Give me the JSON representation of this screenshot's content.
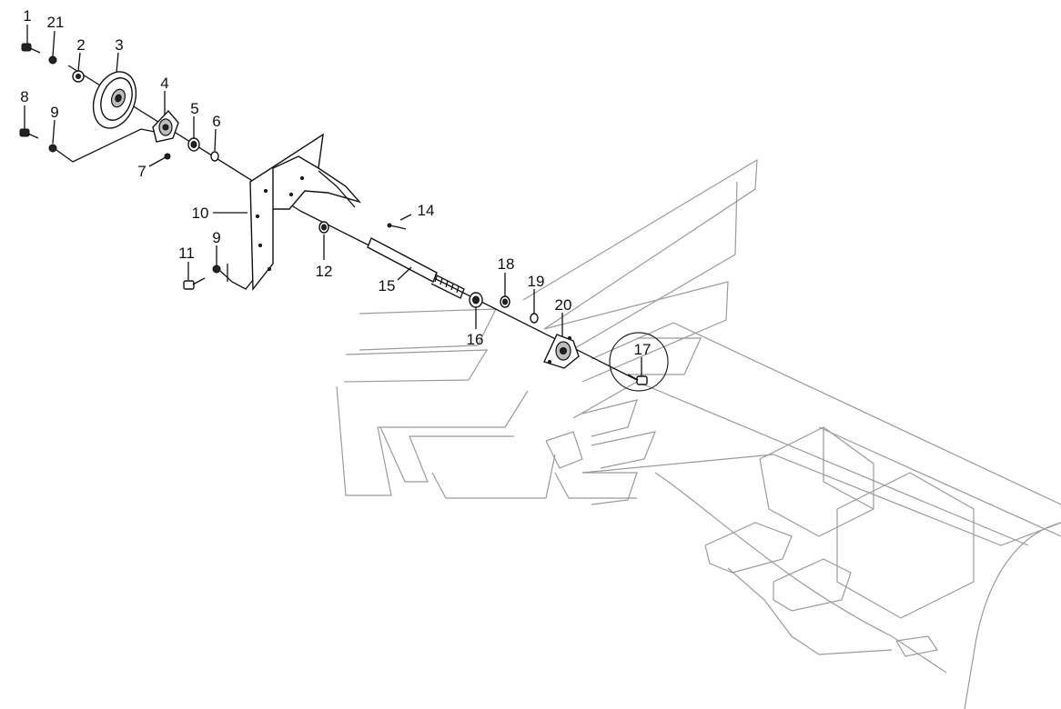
{
  "labels": [
    {
      "id": "1",
      "text": "1"
    },
    {
      "id": "21",
      "text": "21"
    },
    {
      "id": "2",
      "text": "2"
    },
    {
      "id": "3",
      "text": "3"
    },
    {
      "id": "4",
      "text": "4"
    },
    {
      "id": "5",
      "text": "5"
    },
    {
      "id": "6",
      "text": "6"
    },
    {
      "id": "7",
      "text": "7"
    },
    {
      "id": "8",
      "text": "8"
    },
    {
      "id": "9a",
      "text": "9"
    },
    {
      "id": "10",
      "text": "10"
    },
    {
      "id": "11",
      "text": "11"
    },
    {
      "id": "9b",
      "text": "9"
    },
    {
      "id": "12",
      "text": "12"
    },
    {
      "id": "14",
      "text": "14"
    },
    {
      "id": "15",
      "text": "15"
    },
    {
      "id": "16",
      "text": "16"
    },
    {
      "id": "18",
      "text": "18"
    },
    {
      "id": "19",
      "text": "19"
    },
    {
      "id": "20",
      "text": "20"
    },
    {
      "id": "17",
      "text": "17"
    }
  ]
}
